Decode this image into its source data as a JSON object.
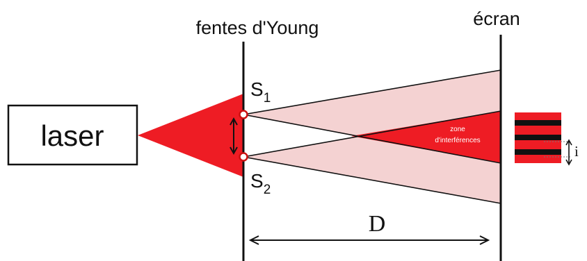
{
  "labels": {
    "slits": "fentes d'Young",
    "screen": "écran",
    "laser": "laser",
    "slit1_letter": "S",
    "slit1_index": "1",
    "slit2_letter": "S",
    "slit2_index": "2",
    "distance": "D",
    "zone_line1": "zone",
    "zone_line2": "d'interférences",
    "fringe_spacing": "i"
  },
  "colors": {
    "beam": "#ee1c24",
    "cone": "#f4d2d2",
    "line": "#111111",
    "slit_fill": "#ffffff"
  },
  "fringes": {
    "dark_bands": 3,
    "bright_bands": 4
  }
}
